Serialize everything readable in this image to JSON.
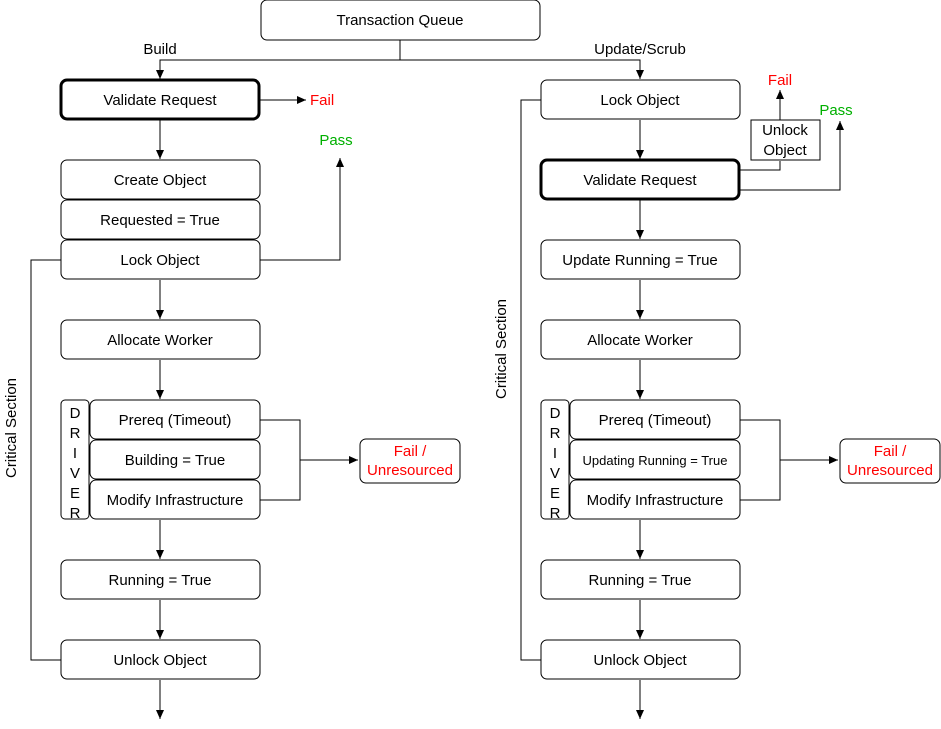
{
  "colors": {
    "fail": "#ff0000",
    "pass": "#00b000",
    "stroke": "#000000",
    "background": "#ffffff"
  },
  "top": {
    "queue": "Transaction Queue",
    "build_label": "Build",
    "update_label": "Update/Scrub"
  },
  "left": {
    "validate": "Validate Request",
    "fail": "Fail",
    "create": "Create Object",
    "requested": "Requested = True",
    "lock": "Lock Object",
    "pass": "Pass",
    "allocate": "Allocate Worker",
    "driver": [
      "D",
      "R",
      "I",
      "V",
      "E",
      "R"
    ],
    "prereq": "Prereq (Timeout)",
    "building": "Building = True",
    "modify": "Modify Infrastructure",
    "fail_unres_1": "Fail /",
    "fail_unres_2": "Unresourced",
    "running": "Running = True",
    "unlock": "Unlock Object",
    "critical": "Critical Section"
  },
  "right": {
    "lock": "Lock Object",
    "fail": "Fail",
    "unlock_small_1": "Unlock",
    "unlock_small_2": "Object",
    "pass": "Pass",
    "validate": "Validate Request",
    "update_running": "Update Running = True",
    "allocate": "Allocate Worker",
    "driver": [
      "D",
      "R",
      "I",
      "V",
      "E",
      "R"
    ],
    "prereq": "Prereq (Timeout)",
    "updating": "Updating Running = True",
    "modify": "Modify Infrastructure",
    "fail_unres_1": "Fail /",
    "fail_unres_2": "Unresourced",
    "running": "Running = True",
    "unlock": "Unlock Object",
    "critical": "Critical Section"
  }
}
